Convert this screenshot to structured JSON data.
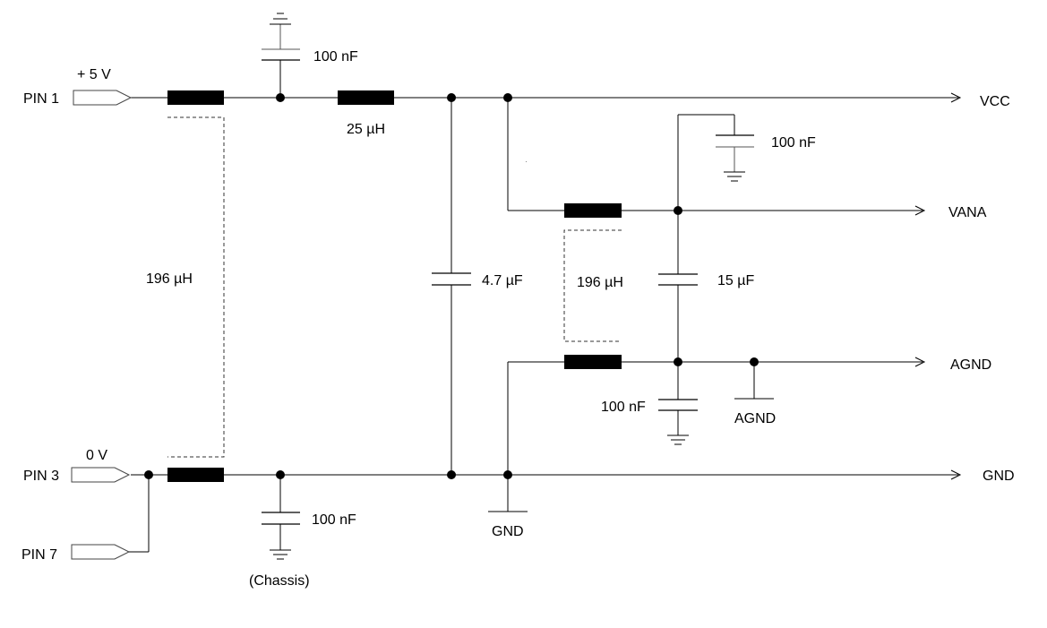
{
  "pins": {
    "pin1": "PIN 1",
    "pin3": "PIN 3",
    "pin7": "PIN 7",
    "v_plus5": "+ 5  V",
    "v_zero": "0 V"
  },
  "components": {
    "c_top": "100 nF",
    "l_series": "25 µH",
    "l_coupled_left": "196 µH",
    "c_bulk": "4.7 µF",
    "l_coupled_right": "196 µH",
    "c_15": "15 µF",
    "c_vana": "100 nF",
    "c_agnd": "100 nF",
    "c_gnd": "100 nF",
    "chassis": "(Chassis)"
  },
  "outputs": {
    "vcc": "VCC",
    "vana": "VANA",
    "agnd": "AGND",
    "gnd": "GND"
  },
  "ground_labels": {
    "gnd": "GND",
    "agnd": "AGND"
  }
}
